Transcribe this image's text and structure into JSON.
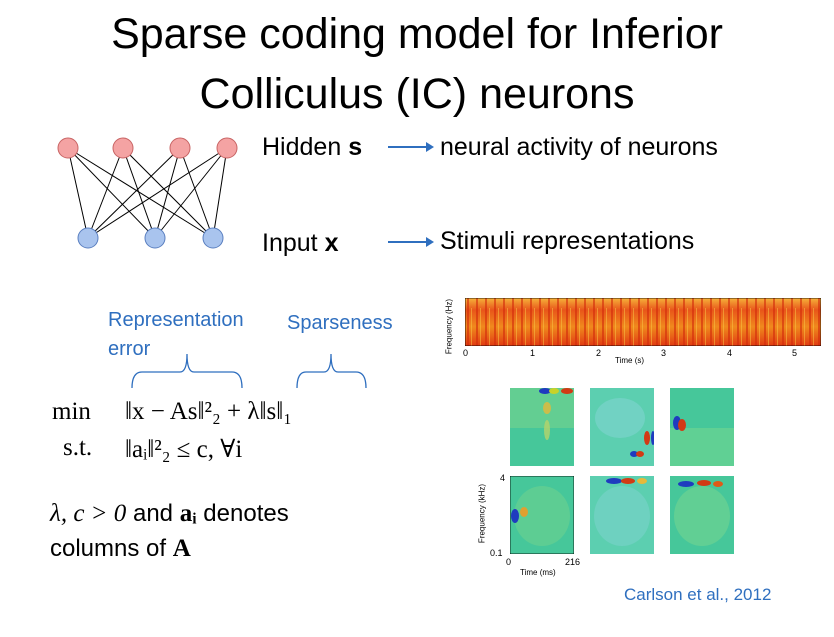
{
  "slide": {
    "title_line1": "Sparse coding model for Inferior",
    "title_line2": "Colliculus (IC) neurons",
    "hidden_label": "Hidden",
    "hidden_symbol": "s",
    "hidden_desc": "neural activity of neurons",
    "input_label": "Input",
    "input_symbol": "x",
    "input_desc": "Stimuli representations",
    "rep_error_line1": "Representation",
    "rep_error_line2": "error",
    "sparseness": "Sparseness",
    "min_word": "min",
    "objective": "‖x − As‖²₂ + λ‖s‖₁",
    "st_word": "s.t.",
    "constraint": "‖aᵢ‖²₂ ≤ c, ∀i",
    "note_line1_math": "λ, c > 0",
    "note_line1_and": "and",
    "note_line1_ai": "aᵢ",
    "note_line1_rest": "denotes",
    "note_line2_text": "columns of",
    "note_line2_A": "A",
    "citation": "Carlson et al., 2012"
  },
  "network": {
    "hidden_nodes": 4,
    "input_nodes": 3,
    "hidden_color": "#f4a3a3",
    "input_color": "#a9c4ee"
  },
  "spectrogram": {
    "ylabel": "Frequency (Hz)",
    "xlabel": "Time (s)",
    "xticks": [
      "0",
      "1",
      "2",
      "3",
      "4",
      "5"
    ]
  },
  "strf": {
    "ylabel": "Frequency (kHz)",
    "xlabel": "Time (ms)",
    "y_top": "4",
    "y_bottom": "0.1",
    "x_left": "0",
    "x_right": "216"
  },
  "colors": {
    "accent_blue": "#2f6fbf",
    "spectro_red": "#e03a12",
    "spectro_orange": "#f29a1a",
    "strf_bg": "#46c79a"
  }
}
